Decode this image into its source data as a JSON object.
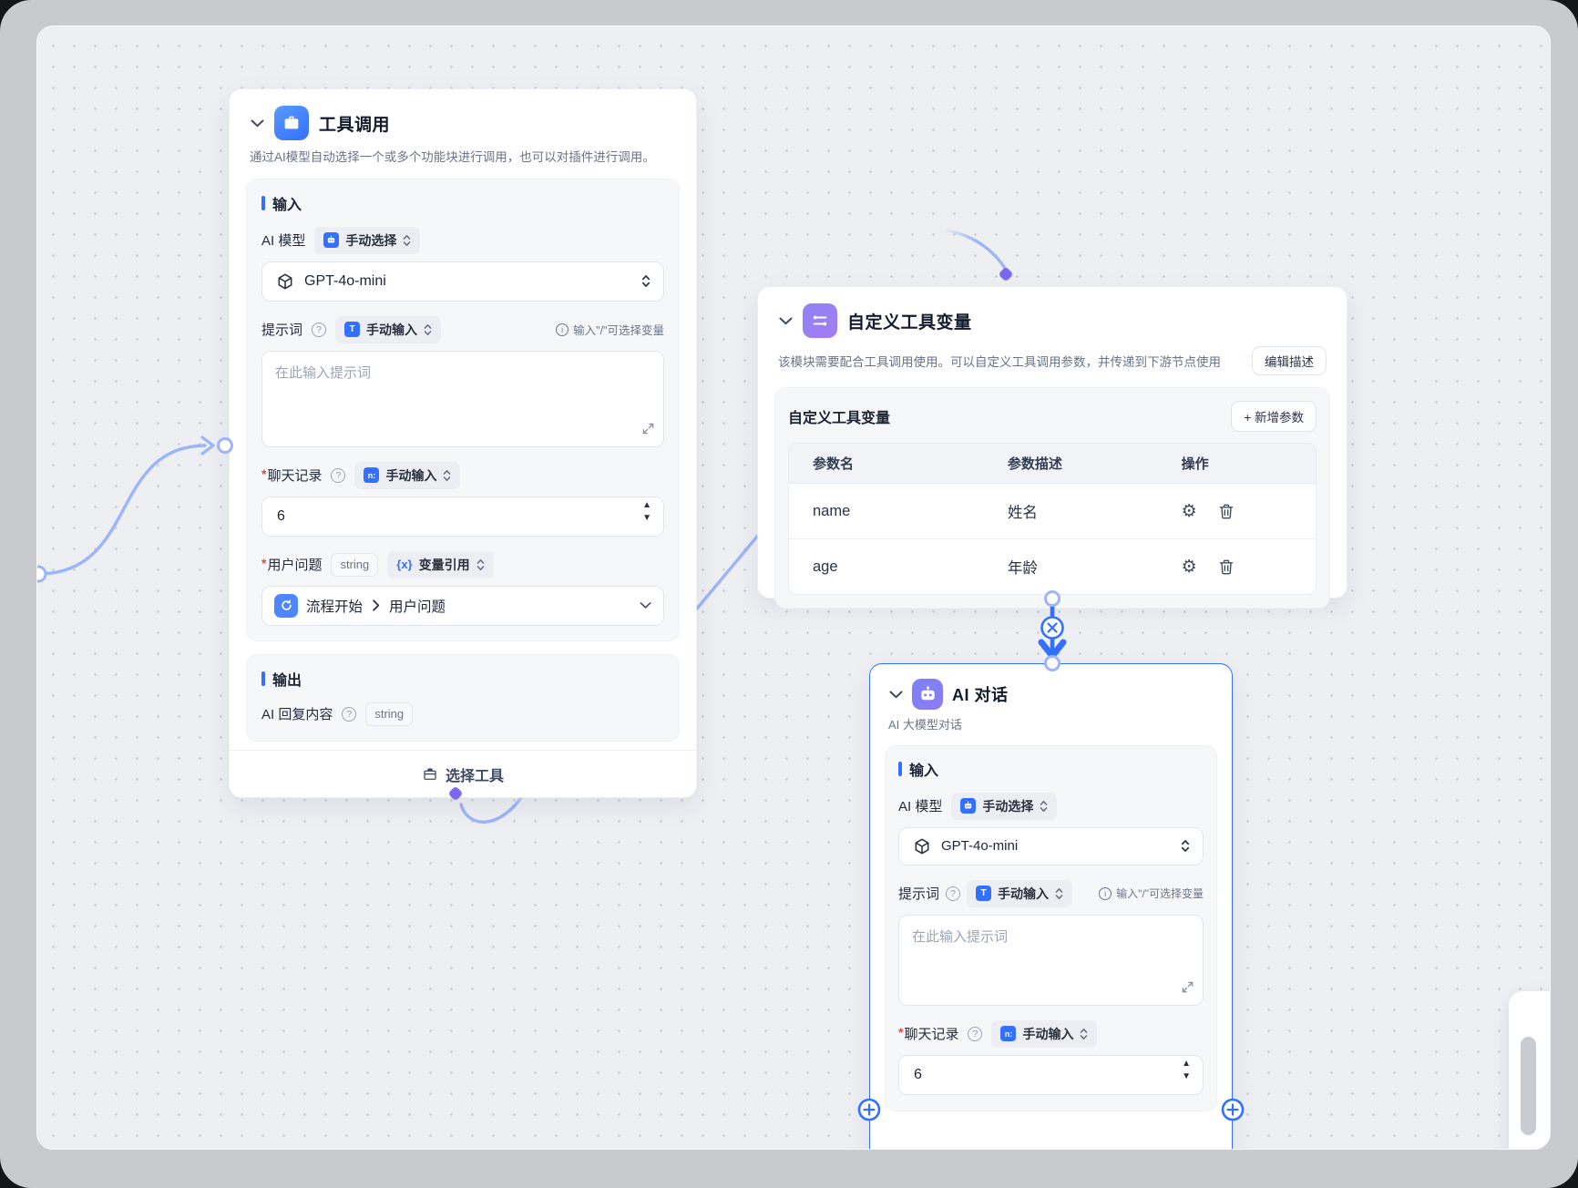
{
  "colors": {
    "accent": "#3370ff",
    "edge_light": "#9cb4f8",
    "diamond": "#7d66f0",
    "canvas_bg": "#edeff3"
  },
  "nodes": {
    "tool_call": {
      "title": "工具调用",
      "description": "通过AI模型自动选择一个或多个功能块进行调用，也可以对插件进行调用。",
      "input_section": "输入",
      "model_label": "AI 模型",
      "model_mode": "手动选择",
      "model_value": "GPT-4o-mini",
      "prompt_label": "提示词",
      "prompt_mode": "手动输入",
      "prompt_hint": "输入\"/\"可选择变量",
      "prompt_placeholder": "在此输入提示词",
      "history_label": "聊天记录",
      "history_mode": "手动输入",
      "history_value": "6",
      "question_label": "用户问题",
      "question_type": "string",
      "question_mode": "变量引用",
      "question_ref_source": "流程开始",
      "question_ref_field": "用户问题",
      "output_section": "输出",
      "output_label": "AI 回复内容",
      "output_type": "string",
      "footer": "选择工具"
    },
    "custom_vars": {
      "title": "自定义工具变量",
      "description": "该模块需要配合工具调用使用。可以自定义工具调用参数，并传递到下游节点使用",
      "edit_desc_button": "编辑描述",
      "panel_title": "自定义工具变量",
      "add_param_button": "+ 新增参数",
      "table": {
        "headers": [
          "参数名",
          "参数描述",
          "操作"
        ],
        "rows": [
          {
            "name": "name",
            "desc": "姓名"
          },
          {
            "name": "age",
            "desc": "年龄"
          }
        ]
      }
    },
    "ai_chat": {
      "title": "AI 对话",
      "subtitle": "AI 大模型对话",
      "input_section": "输入",
      "model_label": "AI 模型",
      "model_mode": "手动选择",
      "model_value": "GPT-4o-mini",
      "prompt_label": "提示词",
      "prompt_mode": "手动输入",
      "prompt_hint": "输入\"/\"可选择变量",
      "prompt_placeholder": "在此输入提示词",
      "history_label": "聊天记录",
      "history_mode": "手动输入",
      "history_value": "6"
    }
  }
}
